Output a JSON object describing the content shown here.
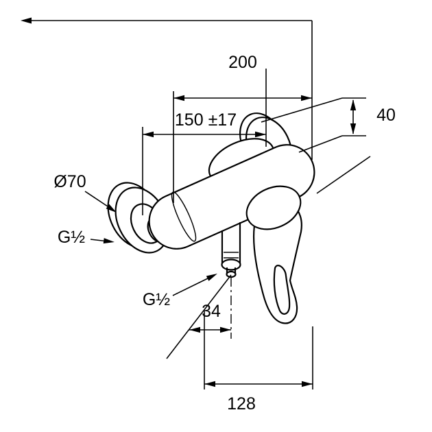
{
  "drawing": {
    "background_color": "#ffffff",
    "line_color": "#000000",
    "labels": {
      "width_overall": "200",
      "connection_spacing": "150 ±17",
      "depth_offset": "40",
      "escutcheon_diameter": "Ø70",
      "thread_left": "G½",
      "thread_bottom": "G½",
      "outlet_offset": "34",
      "bottom_width": "128"
    }
  }
}
